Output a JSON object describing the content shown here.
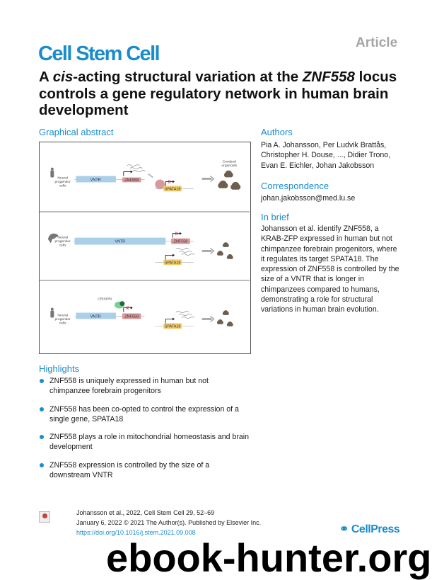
{
  "header": {
    "article_type": "Article",
    "journal": "Cell Stem Cell"
  },
  "title": {
    "segments": [
      {
        "text": "A ",
        "italic": false
      },
      {
        "text": "cis",
        "italic": true
      },
      {
        "text": "-acting structural variation at the ",
        "italic": false
      },
      {
        "text": "ZNF558",
        "italic": true
      },
      {
        "text": " locus controls a gene regulatory network in human brain development",
        "italic": false
      }
    ]
  },
  "graphical_abstract": {
    "heading": "Graphical abstract",
    "cells_label": [
      "Neural",
      "progenitor",
      "cells"
    ],
    "vntr": "VNTR",
    "znf": "ZNF558",
    "spata": "SPATA18",
    "organoids_label": [
      "Cerebral",
      "organoids"
    ],
    "crispri": "CRISPRi",
    "colors": {
      "vntr": "#a9cfe9",
      "znf": "#d9989a",
      "spata": "#f2cd6b",
      "organoid": "#6e5e4e",
      "crispri": "#3fbf6a"
    }
  },
  "authors": {
    "heading": "Authors",
    "lines": [
      "Pia A. Johansson, Per Ludvik Brattås,",
      "Christopher H. Douse, ..., Didier Trono,",
      "Evan E. Eichler, Johan Jakobsson"
    ]
  },
  "correspondence": {
    "heading": "Correspondence",
    "email": "johan.jakobsson@med.lu.se"
  },
  "in_brief": {
    "heading": "In brief",
    "lines": [
      "Johansson et al. identify ZNF558, a",
      "KRAB-ZFP expressed in human but not",
      "chimpanzee forebrain progenitors, where",
      "it regulates its target SPATA18. The",
      "expression of ZNF558 is controlled by the",
      "size of a VNTR that is longer in",
      "chimpanzees compared to humans,",
      "demonstrating a role for structural",
      "variations in human brain evolution."
    ]
  },
  "highlights": {
    "heading": "Highlights",
    "items": [
      "ZNF558 is uniquely expressed in human but not chimpanzee forebrain progenitors",
      "ZNF558 has been co-opted to control the expression of a single gene, SPATA18",
      "ZNF558 plays a role in mitochondrial homeostasis and brain development",
      "ZNF558 expression is controlled by the size of a downstream VNTR"
    ]
  },
  "footer": {
    "citation": "Johansson et al., 2022, Cell Stem Cell 29, 52–69",
    "date": "January 6, 2022 © 2021 The Author(s). Published by Elsevier Inc.",
    "doi": "https://doi.org/10.1016/j.stem.2021.09.008",
    "publisher": "CellPress"
  },
  "watermark": "ebook-hunter.org"
}
